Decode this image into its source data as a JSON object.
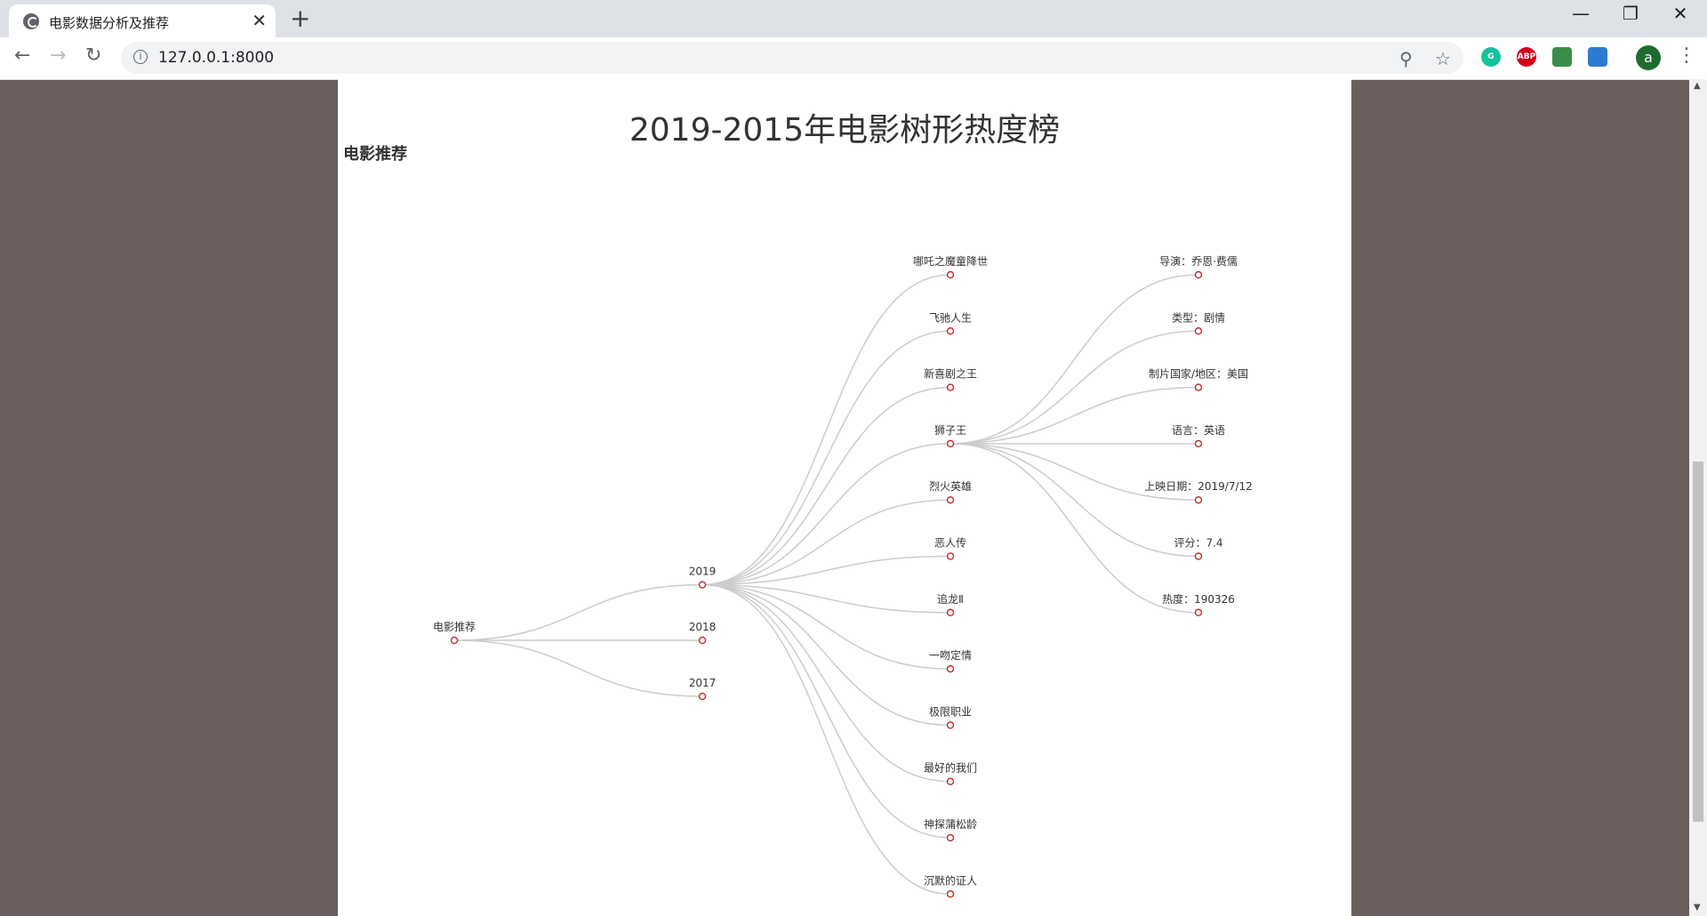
{
  "browser": {
    "tab_title": "电影数据分析及推荐",
    "url": "127.0.0.1:8000",
    "new_tab": "+",
    "close": "✕"
  },
  "page": {
    "chart_title": "2019-2015年电影树形热度榜",
    "section_title": "电影推荐"
  },
  "tree": {
    "root": "电影推荐",
    "years": [
      "2019",
      "2018",
      "2017"
    ],
    "movies_2019": [
      "哪吒之魔童降世",
      "飞驰人生",
      "新喜剧之王",
      "狮子王",
      "烈火英雄",
      "恶人传",
      "追龙Ⅱ",
      "一吻定情",
      "极限职业",
      "最好的我们",
      "神探蒲松龄",
      "沉默的证人"
    ],
    "details_lion_king": [
      "导演：乔恩·费儒",
      "类型：剧情",
      "制片国家/地区：美国",
      "语言：英语",
      "上映日期：2019/7/12",
      "评分：7.4",
      "热度：190326"
    ],
    "colors": {
      "line": "#cccccc",
      "node_stroke": "#c23531",
      "label": "#333333"
    }
  }
}
